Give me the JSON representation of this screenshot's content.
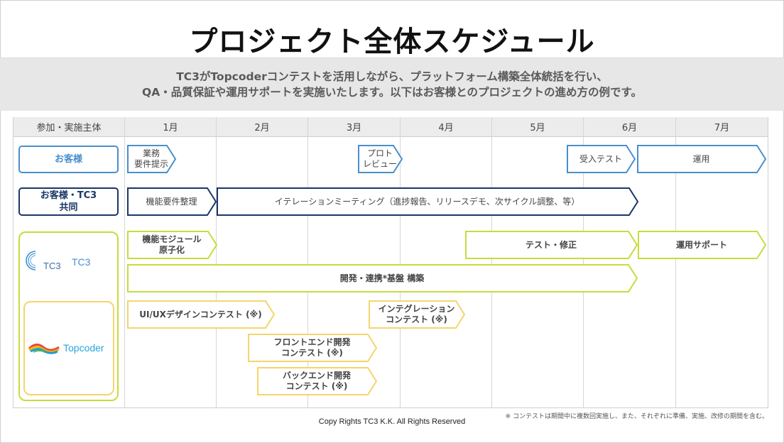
{
  "title": "プロジェクト全体スケジュール",
  "description": {
    "line1": "TC3がTopcoderコンテストを活用しながら、プラットフォーム構築全体統括を行い、",
    "line2": "QA・品質保証や運用サポートを実施いたします。以下はお客様とのプロジェクトの進め方の例です。"
  },
  "header": {
    "participant": "参加・実施主体",
    "months": [
      "1月",
      "2月",
      "3月",
      "4月",
      "5月",
      "6月",
      "7月"
    ]
  },
  "rows": {
    "customer": "お客様",
    "joint": "お客様・TC3\n共同",
    "tc3": "TC3",
    "tc3_logo_text": "TC3",
    "topcoder": "Topcoder"
  },
  "tasks": {
    "business_requirements": "業務\n要件提示",
    "proto_review": "プロト\nレビュー",
    "acceptance_test": "受入テスト",
    "operation": "運用",
    "functional_requirements": "機能要件整理",
    "iteration_meeting": "イテレーションミーティング（進捗報告、リリースデモ、次サイクル調整、等）",
    "module_prototype": "機能モジュール\n原子化",
    "test_fix": "テスト・修正",
    "operation_support": "運用サポート",
    "dev_integration": "開発・連携*基盤 構築",
    "uiux_contest": "UI/UXデザインコンテスト (※)",
    "integration_contest": "インテグレーション\nコンテスト (※)",
    "frontend_contest": "フロントエンド開発\nコンテスト (※)",
    "backend_contest": "バックエンド開発\nコンテスト (※)"
  },
  "footnote": "※ コンテストは期間中に複数回実施し、また、それぞれに準備、実施、改修の期間を含む。",
  "copyright": "Copy Rights TC3 K.K. All Rights Reserved",
  "colors": {
    "customer": "#4a8fcb",
    "joint": "#1b3766",
    "tc3": "#c7dc3c",
    "topcoder": "#f4d56b",
    "header_bg": "#ececec",
    "desc_bg": "#e7e7e7"
  }
}
